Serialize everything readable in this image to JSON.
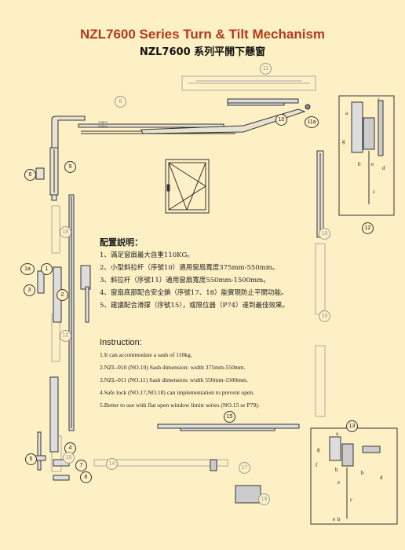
{
  "title_en": "NZL7600 Series Turn & Tilt Mechanism",
  "title_zh": "NZL7600 系列平開下懸窗",
  "config_zh": {
    "heading": "配置説明：",
    "lines": [
      "1、滿足窗扇最大自重110KG。",
      "2、小型斜拉杆（序號10）適用窗扇寬度375mm-550mm。",
      "3、斜拉杆（序號11）適用窗扇寬度550mm-1500mm。",
      "4、窗扇底部配合安全鎖（序號17、18）能實現防止平開功能。",
      "5、建議配合滑撑（序號15），或限位器（P74）達到最佳效果。"
    ]
  },
  "instruction_en": {
    "heading": "Instruction:",
    "lines": [
      "1.It can accommodate a sash of 110kg.",
      "2.NZL-010 (NO.10) Sash dimension: width 375mm-550mm.",
      "3.NZL-011 (NO.11) Sash dimension: width 550mm-1500mm.",
      "4.Safe lock (NO.17,NO.18) can implementation to prevent open.",
      "5.Better to use with flat open window limitr series (NO.15 or P79)."
    ]
  },
  "part_numbers": {
    "n11": "11",
    "n10": "10",
    "n11a": "11a",
    "n6a": "6",
    "n6b": "6",
    "n9": "9",
    "n12": "12",
    "n16a": "16",
    "n16b": "16",
    "n16c": "16",
    "n1a": "1a",
    "n1": "1",
    "n3": "3",
    "n2": "2",
    "n16d": "16",
    "n15": "15",
    "n13": "13",
    "n4": "4",
    "n5": "5",
    "n7": "7",
    "n8": "8",
    "n14": "14",
    "n16e": "16",
    "n17": "17",
    "n18": "18"
  },
  "detail_letters_12": [
    "a",
    "f",
    "g",
    "b",
    "e",
    "d",
    "c"
  ],
  "detail_letters_13": [
    "a",
    "f",
    "g",
    "b",
    "e",
    "b",
    "d",
    "c",
    "b",
    "e"
  ]
}
